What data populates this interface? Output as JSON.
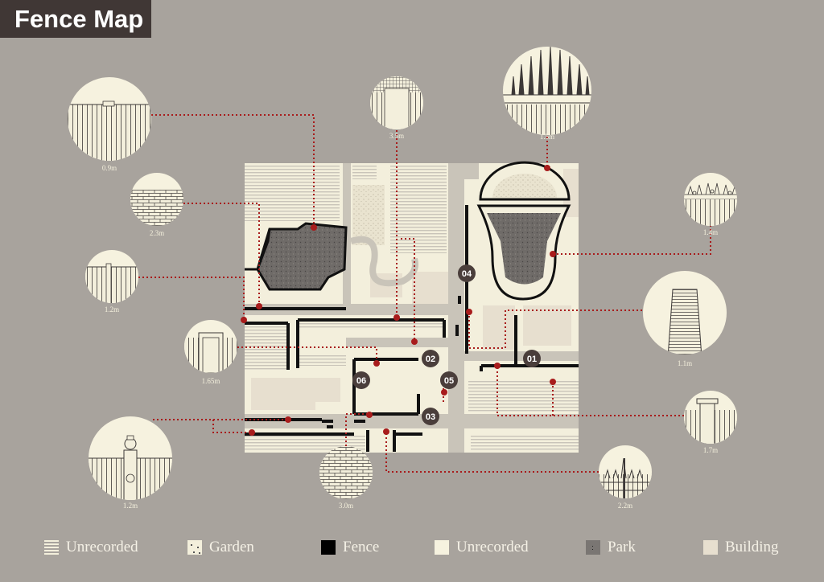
{
  "title": "Fence Map",
  "colors": {
    "background": "#a8a39d",
    "title_bg": "#403735",
    "cream": "#f6f2df",
    "fence": "#000000",
    "park": "#7a7673",
    "building": "#e7dfcf",
    "road": "#c9c4b9",
    "marker": "#a81c1c",
    "number_badge": "#4a3e3b"
  },
  "fence_samples": [
    {
      "id": "s1",
      "size": "0.9m",
      "style": "vertical-planks"
    },
    {
      "id": "s2",
      "size": "2.3m",
      "style": "brick-wall"
    },
    {
      "id": "s3",
      "size": "1.2m",
      "style": "vertical-planks"
    },
    {
      "id": "s4",
      "size": "1.65m",
      "style": "gate-posts"
    },
    {
      "id": "s5",
      "size": "1.2m",
      "style": "ornate-post"
    },
    {
      "id": "s6",
      "size": "3.0m",
      "style": "brick-wall"
    },
    {
      "id": "s7",
      "size": "3.5m",
      "style": "grid-panel"
    },
    {
      "id": "s8",
      "size": "1.5m",
      "style": "spear-railing"
    },
    {
      "id": "s9",
      "size": "1.4m",
      "style": "decorative-railing"
    },
    {
      "id": "s10",
      "size": "1.1m",
      "style": "stone-pillar"
    },
    {
      "id": "s11",
      "size": "1.7m",
      "style": "pillar-railing"
    },
    {
      "id": "s12",
      "size": "2.2m",
      "style": "pointed-railing"
    }
  ],
  "map_markers": [
    "01",
    "02",
    "03",
    "04",
    "05",
    "06"
  ],
  "legend": [
    {
      "label": "Unrecorded",
      "swatch": "stripe"
    },
    {
      "label": "Garden",
      "swatch": "garden"
    },
    {
      "label": "Fence",
      "swatch": "fence"
    },
    {
      "label": "Unrecorded",
      "swatch": "plain"
    },
    {
      "label": "Park",
      "swatch": "park"
    },
    {
      "label": "Building",
      "swatch": "building"
    }
  ]
}
